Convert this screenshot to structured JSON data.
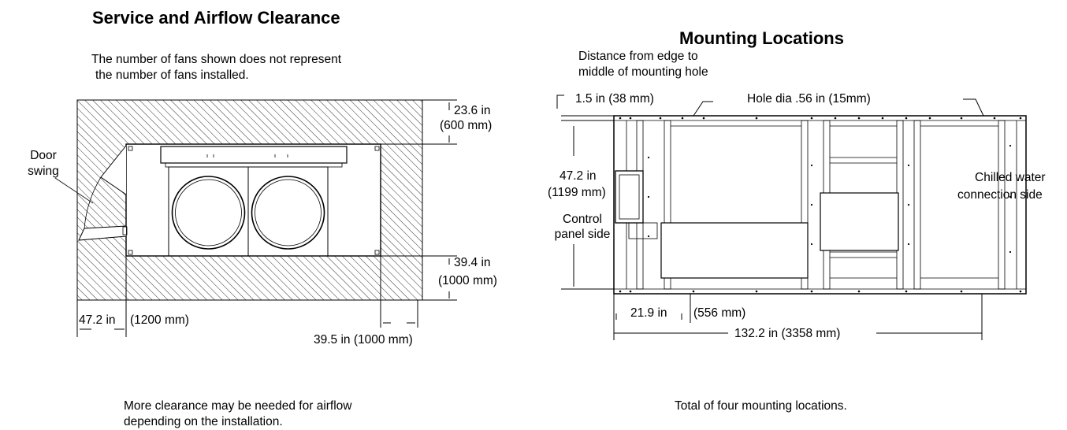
{
  "left": {
    "title": "Service and Airflow Clearance",
    "note_top_1": "The number of fans shown does not represent",
    "note_top_2": "the number of fans installed.",
    "door_swing_1": "Door",
    "door_swing_2": "swing",
    "dim_top_in": "23.6 in",
    "dim_top_mm": "(600 mm)",
    "dim_bottom_in": "39.4 in",
    "dim_bottom_mm": "(1000 mm)",
    "dim_left_in": "47.2 in",
    "dim_left_mm": "(1200 mm)",
    "dim_right": "39.5 in (1000 mm)",
    "note_bottom_1": "More clearance may be needed for airflow",
    "note_bottom_2": "depending on the installation."
  },
  "right": {
    "title": "Mounting Locations",
    "edge_note_1": "Distance from edge to",
    "edge_note_2": "middle of mounting hole",
    "dim_edge": "1.5 in (38 mm)",
    "hole_dia": "Hole dia .56 in (15mm)",
    "dim_height_in": "47.2 in",
    "dim_height_mm": "(1199 mm)",
    "control_1": "Control",
    "control_2": "panel side",
    "chilled_1": "Chilled water",
    "chilled_2": "connection side",
    "dim_offset_in": "21.9 in",
    "dim_offset_mm": "(556 mm)",
    "dim_length": "132.2 in (3358 mm)",
    "note_bottom": "Total of four mounting locations."
  }
}
